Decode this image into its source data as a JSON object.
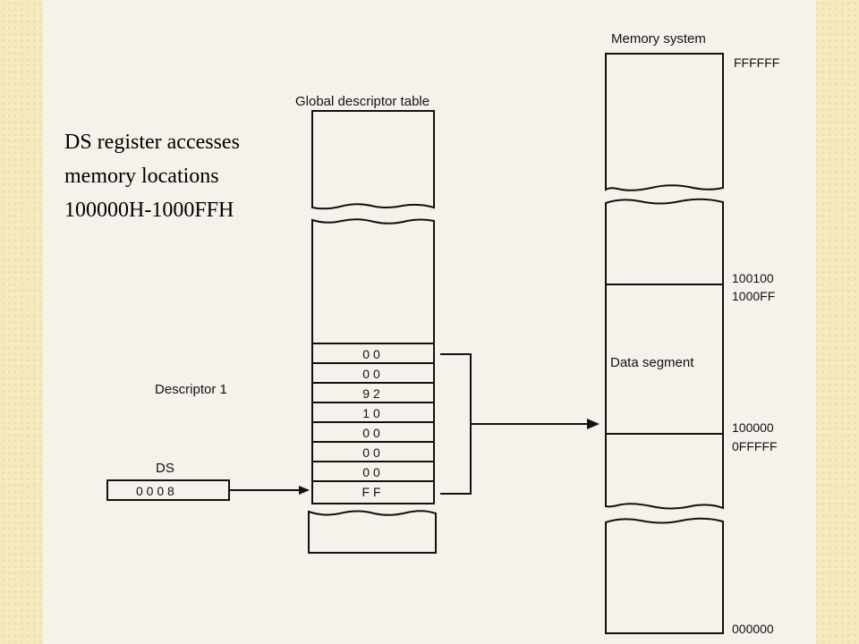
{
  "caption": {
    "line1": "DS register accesses",
    "line2": "memory locations",
    "line3": "100000H-1000FFH"
  },
  "gdt": {
    "title": "Global descriptor table",
    "descriptor_label": "Descriptor 1",
    "bytes": [
      "0 0",
      "0 0",
      "9 2",
      "1 0",
      "0 0",
      "0 0",
      "0 0",
      "F F"
    ]
  },
  "ds_register": {
    "label": "DS",
    "value": "0 0 0 8"
  },
  "memory": {
    "title": "Memory system",
    "segment_label": "Data segment",
    "addr_top": "FFFFFF",
    "addr_seg_end_above": "100100",
    "addr_seg_end": "1000FF",
    "addr_seg_start": "100000",
    "addr_seg_start_below": "0FFFFF",
    "addr_bottom": "000000"
  },
  "colors": {
    "page_background": "#f6e9bf",
    "paper": "#f4f2ea",
    "ink": "#111111"
  }
}
